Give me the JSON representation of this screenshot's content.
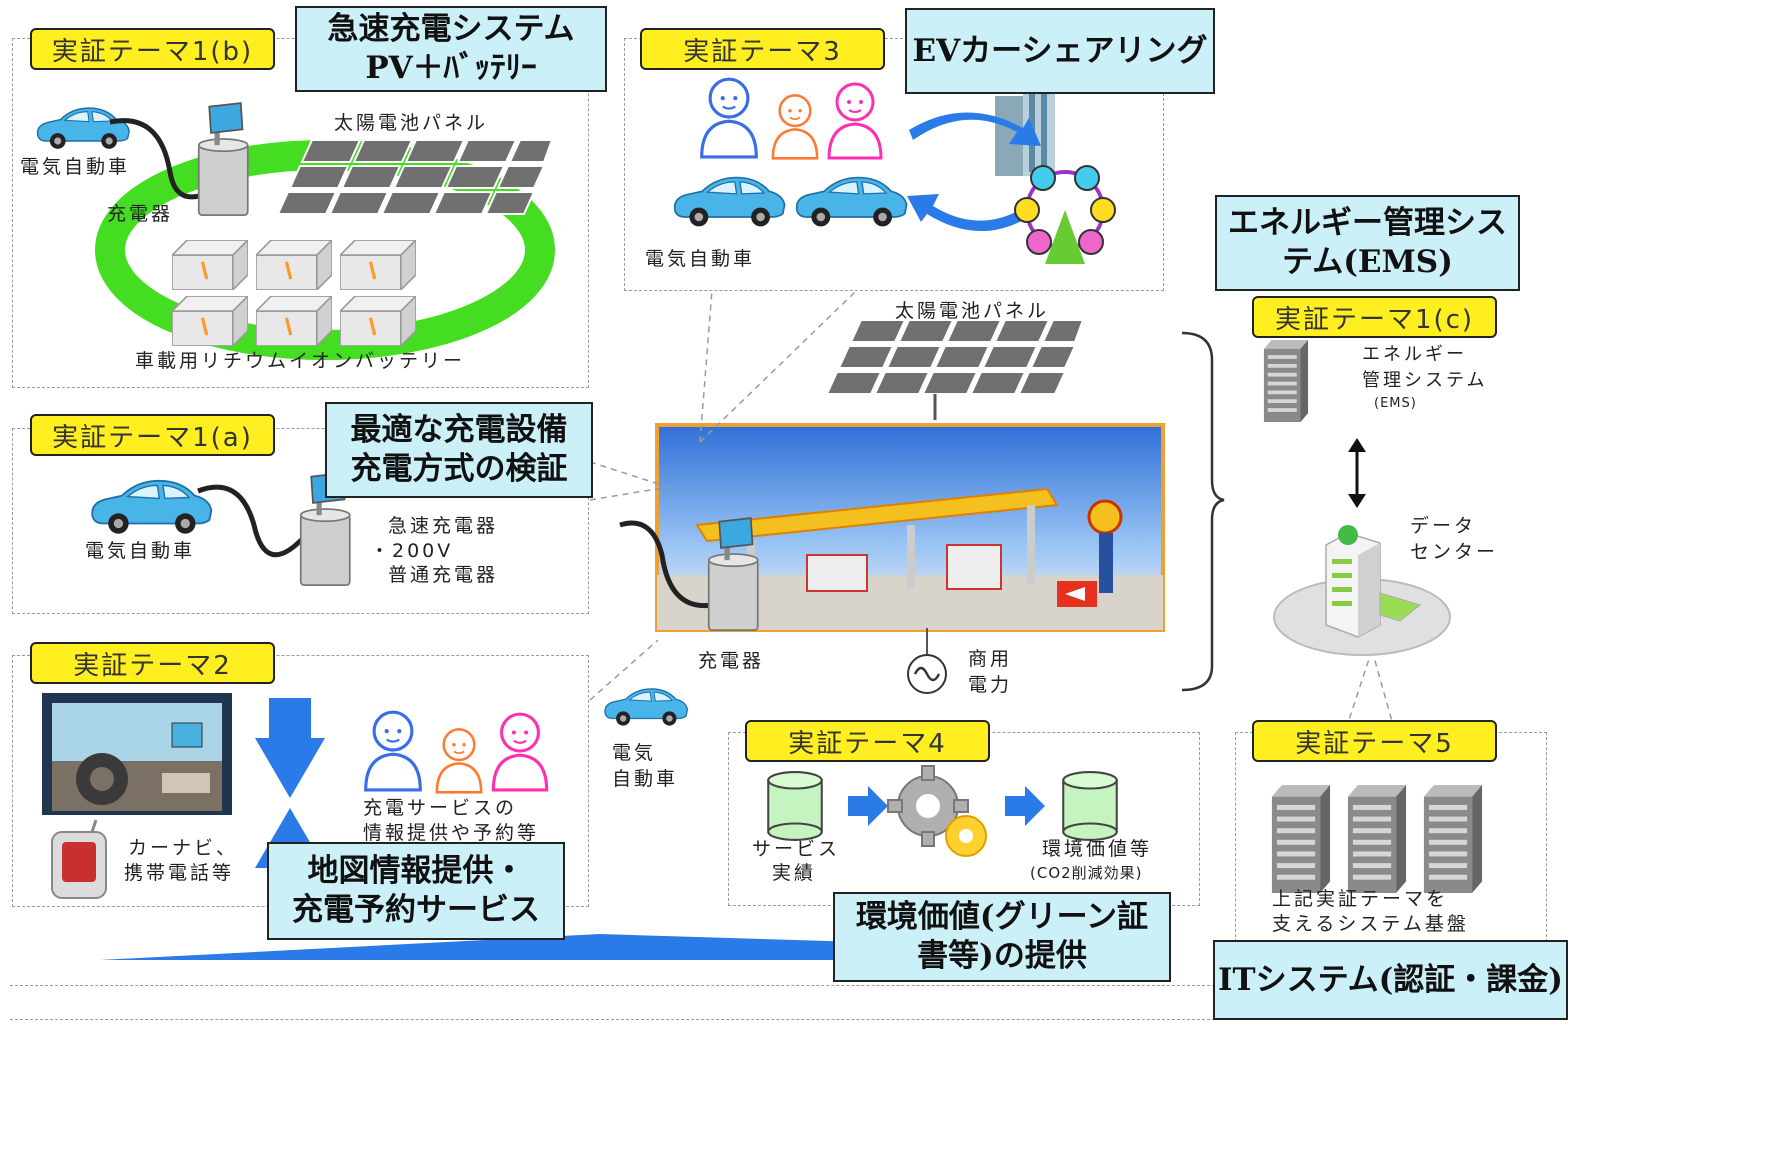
{
  "callouts": {
    "quick_charge": [
      "急速充電システム",
      "PV＋ﾊﾞｯﾃﾘｰ"
    ],
    "ev_carshare": [
      "EVカーシェアリング"
    ],
    "ems": [
      "エネルギー管理シス",
      "テム(EMS)"
    ],
    "optimal_charging": [
      "最適な充電設備",
      "充電方式の検証"
    ],
    "map_info": [
      "地図情報提供・",
      "充電予約サービス"
    ],
    "env_value": [
      "環境価値(グリーン証",
      "書等)の提供"
    ],
    "it_system": [
      "ITシステム(認証・課金)"
    ]
  },
  "tags": {
    "theme_1b": "実証テーマ1(b)",
    "theme_3": "実証テーマ3",
    "theme_1c": "実証テーマ1(c)",
    "theme_1a": "実証テーマ1(a)",
    "theme_2": "実証テーマ2",
    "theme_4": "実証テーマ4",
    "theme_5": "実証テーマ5"
  },
  "labels": {
    "p1b_ev": "電気自動車",
    "p1b_charger": "充電器",
    "p1b_solar": "太陽電池パネル",
    "p1b_battery": "車載用リチウムイオンバッテリー",
    "p3_ev": "電気自動車",
    "center_solar": "太陽電池パネル",
    "p1a_ev": "電気自動車",
    "p1a_charger_lines": [
      "急速充電器",
      "・200V",
      "普通充電器"
    ],
    "center_charger": "充電器",
    "commercial_power": [
      "商用",
      "電力"
    ],
    "center_ev": [
      "電気",
      "自動車"
    ],
    "ems_label": [
      "エネルギー",
      "管理システム",
      "(EMS)"
    ],
    "datacenter": [
      "データ",
      "センター"
    ],
    "p2_carnavi": [
      "カーナビ、",
      "携帯電話等"
    ],
    "p2_service": [
      "充電サービスの",
      "情報提供や予約等"
    ],
    "p4_service": [
      "サービス",
      "実績"
    ],
    "p4_env": [
      "環境価値等",
      "(CO2削減効果)"
    ],
    "p5_base": [
      "上記実証テーマを",
      "支えるシステム基盤"
    ]
  },
  "icons": [
    "electric-car-icon",
    "charger-icon",
    "solar-panel-icon",
    "battery-icon",
    "person-icon",
    "building-icon",
    "ferris-wheel-icon",
    "server-icon",
    "datacenter-icon",
    "database-icon",
    "gear-icon",
    "dashboard-icon",
    "mobile-phone-icon",
    "ac-power-icon",
    "double-arrow-icon",
    "gas-station-photo"
  ],
  "colors": {
    "tag_yellow": "#ffee20",
    "callout_cyan": "#ccf0f8",
    "ring_green": "#44dd22",
    "arrow_blue": "#2a7ae8",
    "car_blue": "#48b4e8"
  }
}
